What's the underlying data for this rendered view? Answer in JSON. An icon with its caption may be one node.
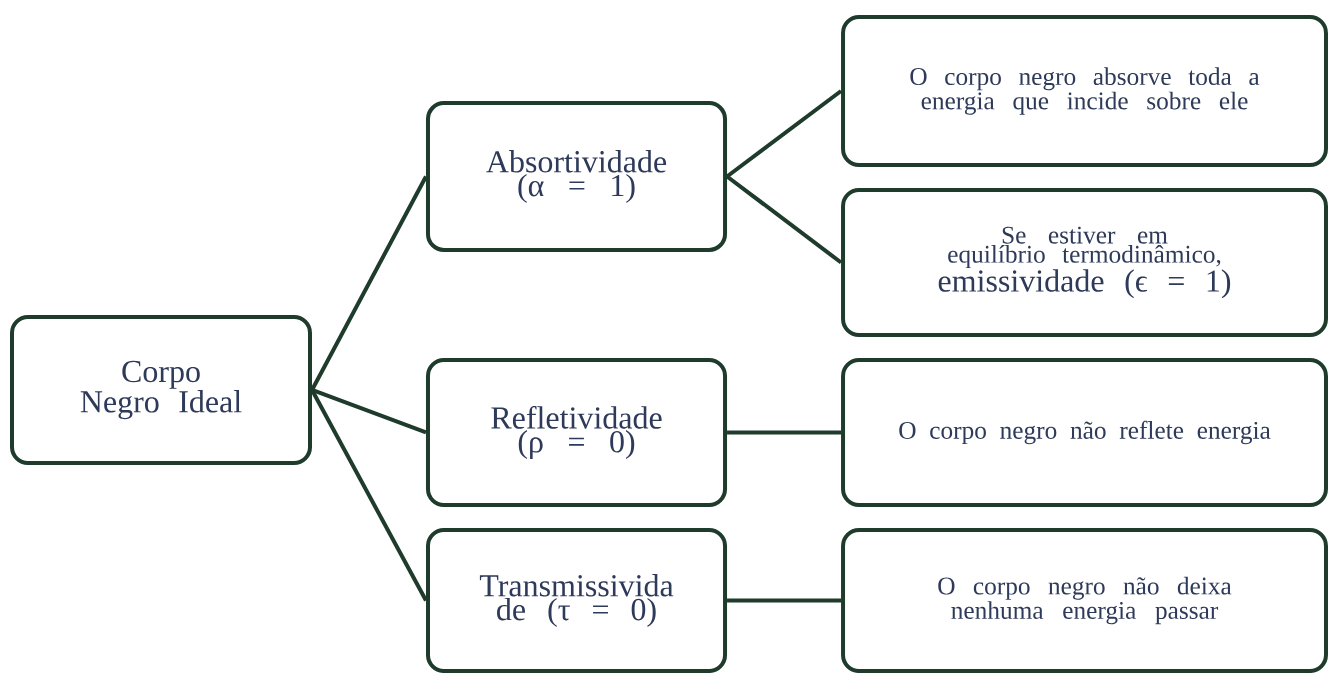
{
  "diagram": {
    "nodes": [
      {
        "text": [
          "Corpo Negro Ideal"
        ]
      },
      {
        "text": [
          "Absortividade (α = 1)"
        ]
      },
      {
        "text": [
          "Refletividade (ρ = 0)"
        ]
      },
      {
        "text": [
          "Transmissivida de (τ = 0)"
        ]
      },
      {
        "text": [
          "O corpo negro absorve toda a energia que incide sobre ele"
        ]
      },
      {
        "text": [
          "Se estiver em equilíbrio termodinâmico,",
          "emissividade (ϵ = 1)"
        ]
      },
      {
        "text": [
          "O corpo negro não reflete energia"
        ]
      },
      {
        "text": [
          "O corpo negro não deixa nenhuma energia passar"
        ]
      }
    ],
    "edges": [
      {
        "from": 0,
        "to": 1,
        "arrow": "none"
      },
      {
        "from": 0,
        "to": 2,
        "arrow": "none"
      },
      {
        "from": 0,
        "to": 3,
        "arrow": "none"
      },
      {
        "from": 1,
        "to": 4,
        "arrow": "none"
      },
      {
        "from": 1,
        "to": 5,
        "arrow": "none"
      },
      {
        "from": 2,
        "to": 6,
        "arrow": "none"
      },
      {
        "from": 3,
        "to": 7,
        "arrow": "none"
      }
    ]
  }
}
